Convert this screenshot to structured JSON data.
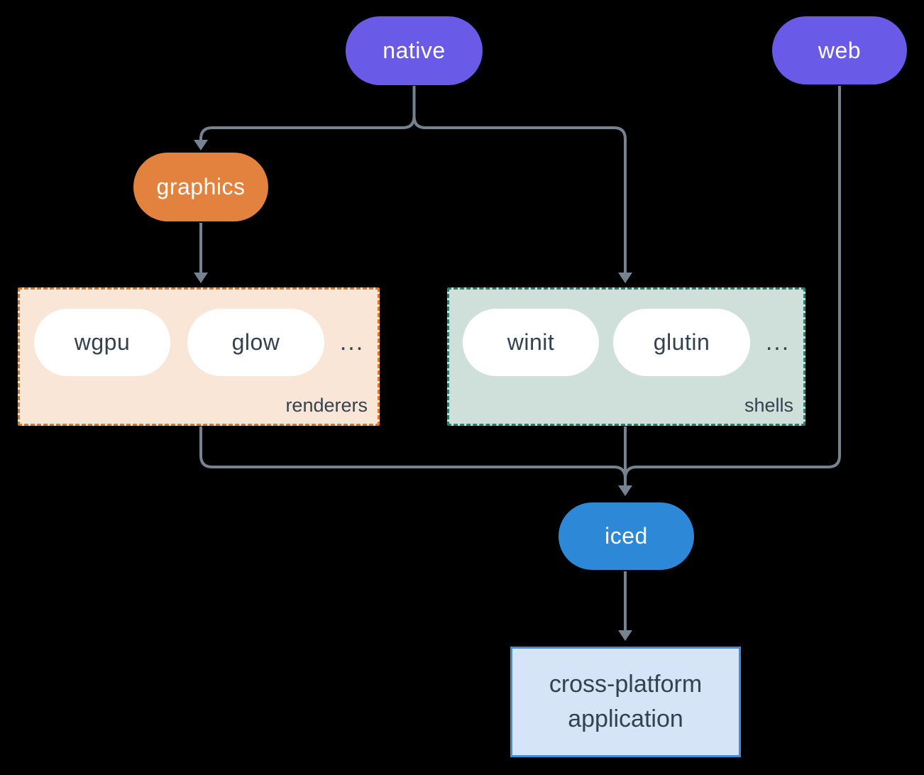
{
  "diagram": {
    "nodes": {
      "native": {
        "label": "native"
      },
      "web": {
        "label": "web"
      },
      "graphics": {
        "label": "graphics"
      },
      "iced": {
        "label": "iced"
      },
      "app": {
        "line1": "cross-platform",
        "line2": "application"
      }
    },
    "groups": {
      "renderers": {
        "label": "renderers",
        "items": [
          "wgpu",
          "glow"
        ],
        "ellipsis": "..."
      },
      "shells": {
        "label": "shells",
        "items": [
          "winit",
          "glutin"
        ],
        "ellipsis": "..."
      }
    }
  },
  "colors": {
    "bg": "#000000",
    "purple": "#6A5AE8",
    "orange": "#E2823E",
    "orange-border": "#E2761B",
    "peach-fill": "#FAE6D7",
    "teal-border": "#2E7D6E",
    "sage-fill": "#CFE0DA",
    "blue": "#2D89D8",
    "app-border": "#3E8EDE",
    "app-fill": "#D5E5F7",
    "line": "#75828F",
    "dark-text": "#334250",
    "white-text": "#FFFFFF"
  }
}
